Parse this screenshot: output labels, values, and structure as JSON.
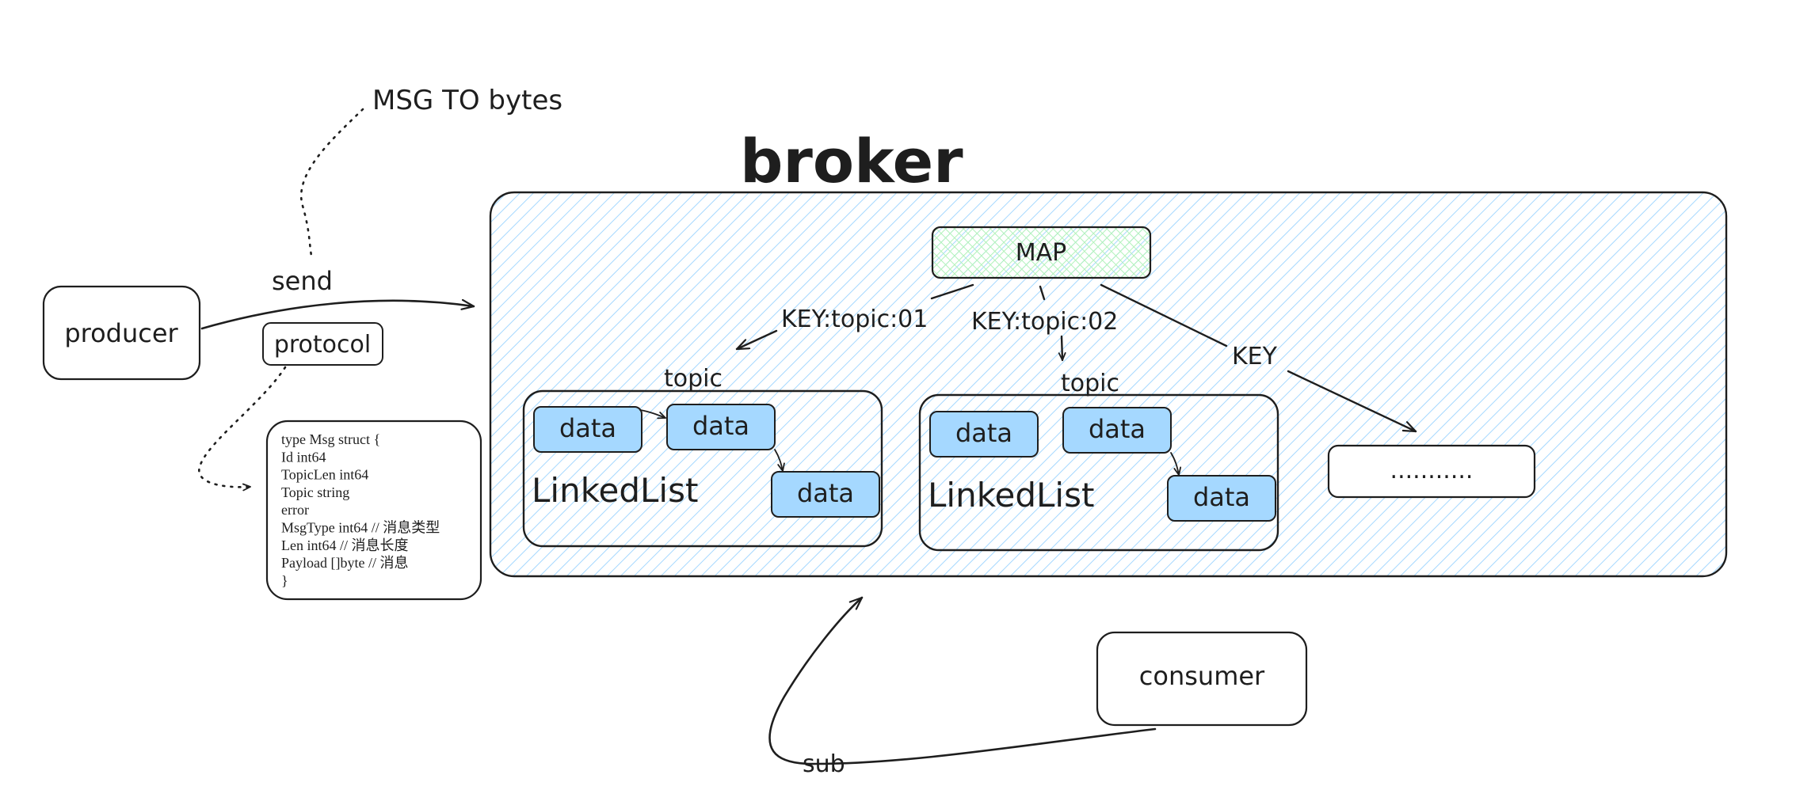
{
  "annotations": {
    "msg_to_bytes": "MSG TO bytes",
    "send": "send",
    "sub": "sub"
  },
  "nodes": {
    "producer": "producer",
    "protocol": "protocol",
    "consumer": "consumer",
    "broker_title": "broker",
    "map": "MAP",
    "ellipsis": "..........."
  },
  "edges": {
    "key_topic_01": "KEY:topic:01",
    "key_topic_02": "KEY:topic:02",
    "key": "KEY"
  },
  "topics": [
    {
      "label": "topic",
      "list_label": "LinkedList",
      "items": [
        "data",
        "data",
        "data"
      ]
    },
    {
      "label": "topic",
      "list_label": "LinkedList",
      "items": [
        "data",
        "data",
        "data"
      ]
    }
  ],
  "code": {
    "lines": [
      "type Msg struct {",
      "    Id int64",
      "    TopicLen int64",
      "    Topic string",
      "    error",
      "    MsgType int64 // 消息类型",
      "    Len int64 // 消息长度",
      "    Payload []byte // 消息",
      "}"
    ]
  },
  "colors": {
    "stroke": "#1e1e1e",
    "broker_hatch": "#a5d8ff",
    "map_hatch": "#b2f2bb",
    "data_fill": "#a5d8ff",
    "background": "#ffffff"
  }
}
